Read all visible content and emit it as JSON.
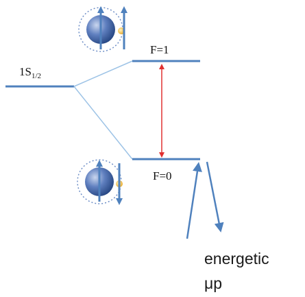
{
  "levels": {
    "ground": {
      "main": "1S",
      "sub": "1/2"
    },
    "upper": "F=1",
    "lower": "F=0"
  },
  "caption": {
    "line1": "energetic",
    "line2": "μp"
  },
  "colors": {
    "level": "#4f81bd",
    "split": "#9dc3e6",
    "transition": "#e03030",
    "arrow": "#4f81bd",
    "spin": "#3f6fae",
    "electron": "#f2b632"
  },
  "icons": {
    "upper_state": "parallel-spins-atom-icon",
    "lower_state": "antiparallel-spins-atom-icon",
    "transition": "double-headed-arrow-icon",
    "muon_path": "incoming-outgoing-arrow-icon"
  }
}
